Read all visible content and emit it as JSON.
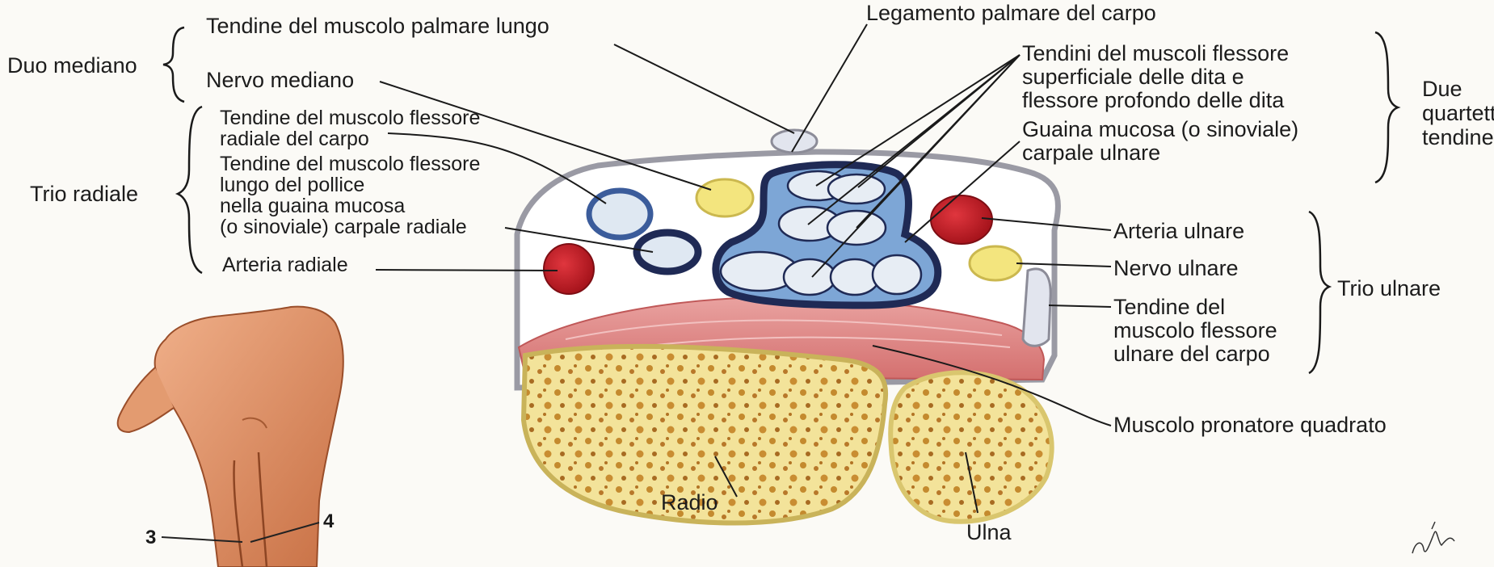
{
  "groups": {
    "duo_mediano": "Duo mediano",
    "trio_radiale": "Trio radiale",
    "due_quartetti": [
      "Due",
      "quartetti",
      "tendinei"
    ],
    "trio_ulnare": "Trio ulnare"
  },
  "labels": {
    "palmare_lungo": "Tendine del muscolo palmare lungo",
    "nervo_mediano": "Nervo mediano",
    "flessore_radiale": [
      "Tendine del muscolo flessore",
      "radiale del carpo"
    ],
    "flessore_pollice": [
      "Tendine del muscolo flessore",
      "lungo del pollice",
      "nella guaina mucosa",
      "(o sinoviale) carpale radiale"
    ],
    "arteria_radiale": "Arteria radiale",
    "legamento_palmare": "Legamento palmare del carpo",
    "tendini_flessori": [
      "Tendini del muscoli flessore",
      "superficiale delle dita e",
      "flessore profondo delle dita"
    ],
    "guaina_ulnare": [
      "Guaina mucosa (o sinoviale)",
      "carpale ulnare"
    ],
    "arteria_ulnare": "Arteria ulnare",
    "nervo_ulnare": "Nervo ulnare",
    "flessore_ulnare": [
      "Tendine del",
      "muscolo flessore",
      "ulnare del carpo"
    ],
    "pronatore": "Muscolo pronatore quadrato",
    "radio": "Radio",
    "ulna": "Ulna"
  },
  "hand_numbers": [
    "3",
    "4"
  ],
  "colors": {
    "artery": "#c8232c",
    "nerve": "#f1e27a",
    "tendon": "#dfe6ef",
    "sheath_dark": "#1f2a55",
    "sheath_light": "#7da6d6",
    "bone": "#f3e39a",
    "muscle": "#dd7f7f",
    "skin": "#d98a5c"
  }
}
